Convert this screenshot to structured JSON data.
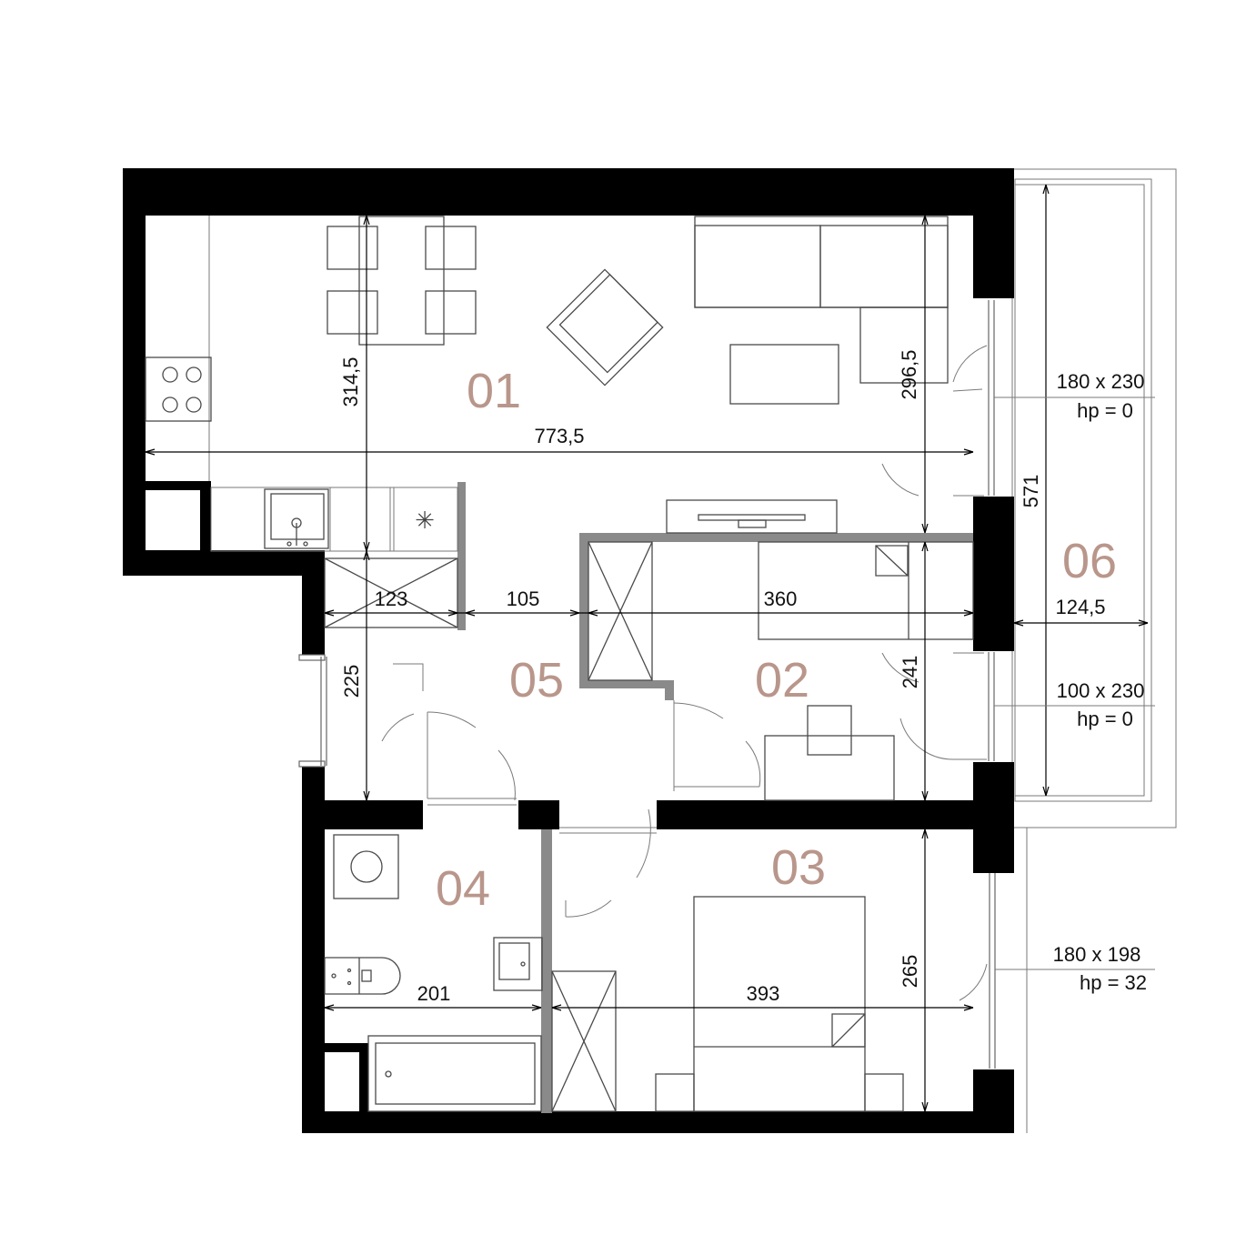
{
  "rooms": {
    "r01": "01",
    "r02": "02",
    "r03": "03",
    "r04": "04",
    "r05": "05",
    "r06": "06"
  },
  "dimensions": {
    "d_773_5": "773,5",
    "d_314_5": "314,5",
    "d_296_5": "296,5",
    "d_571": "571",
    "d_123": "123",
    "d_105": "105",
    "d_360": "360",
    "d_124_5": "124,5",
    "d_225": "225",
    "d_241": "241",
    "d_201": "201",
    "d_393": "393",
    "d_265": "265"
  },
  "windows": {
    "w1_size": "180 x 230",
    "w1_hp": "hp = 0",
    "w2_size": "100 x 230",
    "w2_hp": "hp = 0",
    "w3_size": "180 x 198",
    "w3_hp": "hp = 32"
  },
  "colors": {
    "wall": "#000000",
    "partition": "#8a8a8a",
    "room_label": "#b9968b"
  }
}
